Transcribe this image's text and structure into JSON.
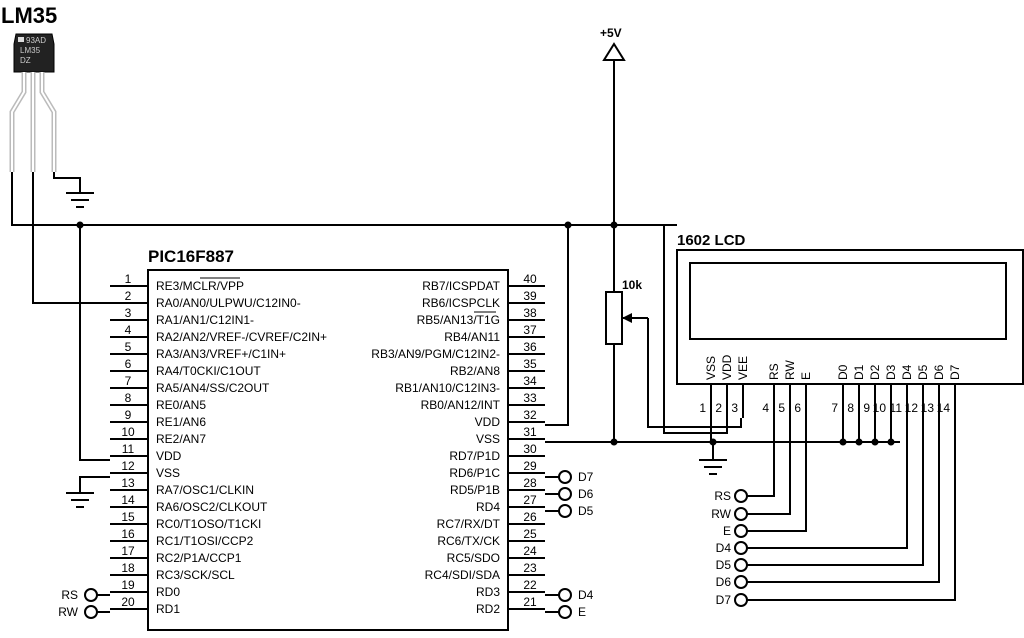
{
  "sensor": {
    "title": "LM35",
    "marking": [
      "93AD",
      "LM35",
      "DZ"
    ]
  },
  "supply": {
    "label": "+5V"
  },
  "pot": {
    "label": "10k"
  },
  "mcu": {
    "title": "PIC16F887",
    "left_pins": [
      {
        "num": "1",
        "name": "RE3/MCLR/VPP"
      },
      {
        "num": "2",
        "name": "RA0/AN0/ULPWU/C12IN0-"
      },
      {
        "num": "3",
        "name": "RA1/AN1/C12IN1-"
      },
      {
        "num": "4",
        "name": "RA2/AN2/VREF-/CVREF/C2IN+"
      },
      {
        "num": "5",
        "name": "RA3/AN3/VREF+/C1IN+"
      },
      {
        "num": "6",
        "name": "RA4/T0CKI/C1OUT"
      },
      {
        "num": "7",
        "name": "RA5/AN4/SS/C2OUT"
      },
      {
        "num": "8",
        "name": "RE0/AN5"
      },
      {
        "num": "9",
        "name": "RE1/AN6"
      },
      {
        "num": "10",
        "name": "RE2/AN7"
      },
      {
        "num": "11",
        "name": "VDD"
      },
      {
        "num": "12",
        "name": "VSS"
      },
      {
        "num": "13",
        "name": "RA7/OSC1/CLKIN"
      },
      {
        "num": "14",
        "name": "RA6/OSC2/CLKOUT"
      },
      {
        "num": "15",
        "name": "RC0/T1OSO/T1CKI"
      },
      {
        "num": "16",
        "name": "RC1/T1OSI/CCP2"
      },
      {
        "num": "17",
        "name": "RC2/P1A/CCP1"
      },
      {
        "num": "18",
        "name": "RC3/SCK/SCL"
      },
      {
        "num": "19",
        "name": "RD0"
      },
      {
        "num": "20",
        "name": "RD1"
      }
    ],
    "right_pins": [
      {
        "num": "40",
        "name": "RB7/ICSPDAT"
      },
      {
        "num": "39",
        "name": "RB6/ICSPCLK"
      },
      {
        "num": "38",
        "name": "RB5/AN13/T1G"
      },
      {
        "num": "37",
        "name": "RB4/AN11"
      },
      {
        "num": "36",
        "name": "RB3/AN9/PGM/C12IN2-"
      },
      {
        "num": "35",
        "name": "RB2/AN8"
      },
      {
        "num": "34",
        "name": "RB1/AN10/C12IN3-"
      },
      {
        "num": "33",
        "name": "RB0/AN12/INT"
      },
      {
        "num": "32",
        "name": "VDD"
      },
      {
        "num": "31",
        "name": "VSS"
      },
      {
        "num": "30",
        "name": "RD7/P1D"
      },
      {
        "num": "29",
        "name": "RD6/P1C"
      },
      {
        "num": "28",
        "name": "RD5/P1B"
      },
      {
        "num": "27",
        "name": "RD4"
      },
      {
        "num": "26",
        "name": "RC7/RX/DT"
      },
      {
        "num": "25",
        "name": "RC6/TX/CK"
      },
      {
        "num": "24",
        "name": "RC5/SDO"
      },
      {
        "num": "23",
        "name": "RC4/SDI/SDA"
      },
      {
        "num": "22",
        "name": "RD3"
      },
      {
        "num": "21",
        "name": "RD2"
      }
    ]
  },
  "mcu_terminals": {
    "left": [
      {
        "pin": "19",
        "label": "RS"
      },
      {
        "pin": "20",
        "label": "RW"
      }
    ],
    "right": [
      {
        "pin": "29",
        "label": "D7"
      },
      {
        "pin": "28",
        "label": "D6"
      },
      {
        "pin": "27",
        "label": "D5"
      },
      {
        "pin": "22",
        "label": "D4"
      },
      {
        "pin": "21",
        "label": "E"
      }
    ]
  },
  "lcd": {
    "title": "1602 LCD",
    "pins": [
      {
        "name": "VSS",
        "num": "1"
      },
      {
        "name": "VDD",
        "num": "2"
      },
      {
        "name": "VEE",
        "num": "3"
      },
      {
        "name": "RS",
        "num": "4"
      },
      {
        "name": "RW",
        "num": "5"
      },
      {
        "name": "E",
        "num": "6"
      },
      {
        "name": "D0",
        "num": "7"
      },
      {
        "name": "D1",
        "num": "8"
      },
      {
        "name": "D2",
        "num": "9"
      },
      {
        "name": "D3",
        "num": "10"
      },
      {
        "name": "D4",
        "num": "11"
      },
      {
        "name": "D5",
        "num": "12"
      },
      {
        "name": "D6",
        "num": "13"
      },
      {
        "name": "D7",
        "num": "14"
      }
    ],
    "terminals": [
      "RS",
      "RW",
      "E",
      "D4",
      "D5",
      "D6",
      "D7"
    ]
  }
}
